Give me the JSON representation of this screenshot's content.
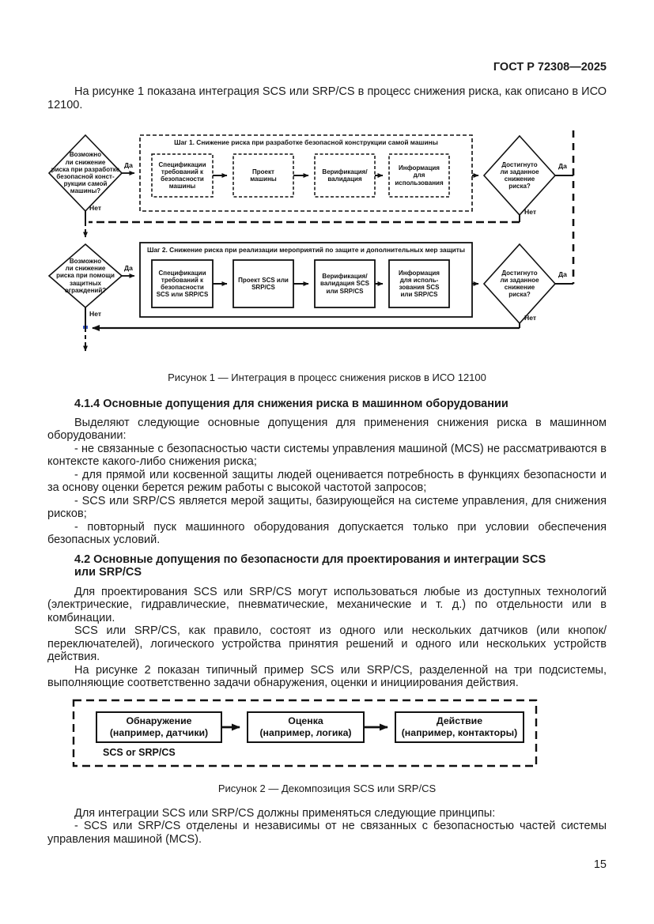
{
  "page": {
    "header": "ГОСТ Р 72308—2025",
    "page_number": "15"
  },
  "intro": {
    "p1": "На рисунке 1 показана интеграция SCS или SRP/CS в процесс снижения риска, как описано в ИСО 12100."
  },
  "figure1": {
    "caption": "Рисунок 1 — Интеграция в процесс снижения рисков в ИСО 12100",
    "labels": {
      "yes": "Да",
      "no": "Нет"
    },
    "diamond_design": "Возможно\nли снижение\nриска при разработке\nбезопасной конст-\nрукции самой\nмашины?",
    "diamond_achieved1": "Достигнуто\nли заданное\nснижение\nриска?",
    "diamond_guard": "Возможно\nли снижение\nриска при помощи\nзащитных\nограждений?",
    "diamond_achieved2": "Достигнуто\nли заданное\nснижение\nриска?",
    "step1": {
      "title": "Шаг 1. Снижение риска при разработке безопасной конструкции самой машины",
      "boxes": [
        "Спецификации\nтребований к\nбезопасности\nмашины",
        "Проект\nмашины",
        "Верификация/\nвалидация",
        "Информация\nдля\nиспользования"
      ]
    },
    "step2": {
      "title": "Шаг 2. Снижение риска при реализации мероприятий по защите и  дополнительных мер защиты",
      "boxes": [
        "Спецификации\nтребований к\nбезопасности\nSCS или SRP/CS",
        "Проект SCS или\nSRP/CS",
        "Верификация/\nвалидация SCS\nили SRP/CS",
        "Информация\nдля исполь-\nзования SCS\nили SRP/CS"
      ]
    }
  },
  "section_414": {
    "heading": "4.1.4 Основные допущения для снижения риска в машинном оборудовании",
    "intro": "Выделяют следующие основные допущения для применения снижения риска в машинном оборудовании:",
    "bullets": [
      "- не связанные с безопасностью части системы управления машиной (MCS) не рассматриваются в контексте какого-либо снижения риска;",
      "- для прямой или косвенной защиты людей оценивается потребность в функциях безопасности и за основу оценки берется режим работы с высокой частотой запросов;",
      "- SCS или SRP/CS является мерой защиты, базирующейся на системе управления, для снижения рисков;",
      "- повторный пуск машинного оборудования допускается только при условии обеспечения безопасных условий."
    ]
  },
  "section_42": {
    "heading": "4.2 Основные допущения по безопасности для проектирования и интеграции SCS\nили SRP/CS",
    "p1": "Для проектирования SCS или SRP/CS могут использоваться любые из доступных технологий (электрические, гидравлические, пневматические, механические и т. д.) по отдельности или в комбинации.",
    "p2": "SCS или SRP/CS, как правило, состоят из одного или нескольких датчиков (или кнопок/переключателей), логического устройства принятия решений и одного или нескольких устройств действия.",
    "p3": "На рисунке 2 показан типичный пример SCS или SRP/CS, разделенной на три подсистемы, выполняющие соответственно задачи обнаружения, оценки и инициирования действия."
  },
  "figure2": {
    "caption": "Рисунок 2 — Декомпозиция SCS или SRP/CS",
    "boxes": [
      "Обнаружение\n(например, датчики)",
      "Оценка\n(например, логика)",
      "Действие\n(например, контакторы)"
    ],
    "label": "SCS or SRP/CS"
  },
  "closing": {
    "p1": "Для интеграции SCS или SRP/CS должны применяться следующие принципы:",
    "bullet": "- SCS или SRP/CS отделены и независимы от не связанных с безопасностью частей системы управления машиной (MCS)."
  },
  "colors": {
    "ink": "#111111",
    "artifact_blue": "#3a57c4"
  }
}
